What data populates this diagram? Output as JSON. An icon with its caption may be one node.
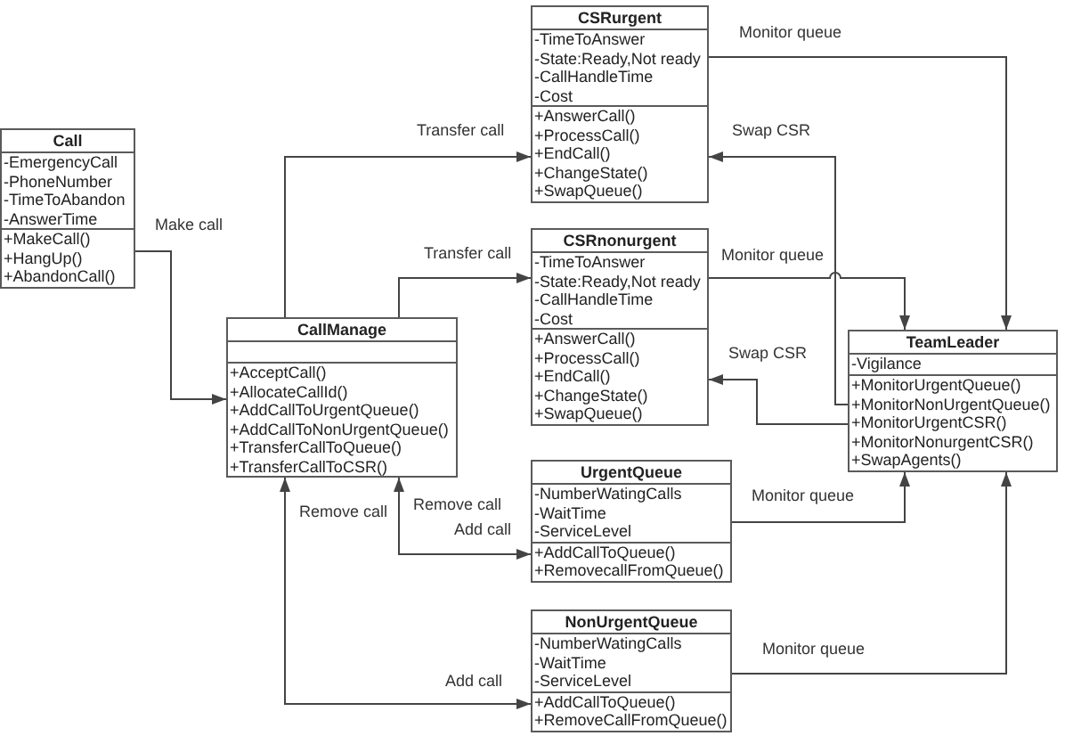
{
  "diagram": {
    "nodes": [
      {
        "text": [
          "Call",
          "-EmergencyCall",
          "-PhoneNumber",
          "-TimeToAbandon",
          "-AnswerTime",
          "+MakeCall()",
          "+HangUp()",
          "+AbandonCall()"
        ]
      },
      {
        "text": [
          "CallManage",
          "+AcceptCall()",
          "+AllocateCallId()",
          "+AddCallToUrgentQueue()",
          "+AddCallToNonUrgentQueue()",
          "+TransferCallToQueue()",
          "+TransferCallToCSR()"
        ]
      },
      {
        "text": [
          "CSRurgent",
          "-TimeToAnswer",
          "-State:Ready,Not ready",
          "-CallHandleTime",
          "-Cost",
          "+AnswerCall()",
          "+ProcessCall()",
          "+EndCall()",
          "+ChangeState()",
          "+SwapQueue()"
        ]
      },
      {
        "text": [
          "CSRnonurgent",
          "-TimeToAnswer",
          "-State:Ready,Not ready",
          "-CallHandleTime",
          "-Cost",
          "+AnswerCall()",
          "+ProcessCall()",
          "+EndCall()",
          "+ChangeState()",
          "+SwapQueue()"
        ]
      },
      {
        "text": [
          "TeamLeader",
          "-Vigilance",
          "+MonitorUrgentQueue()",
          "+MonitorNonUrgentQueue()",
          "+MonitorUrgentCSR()",
          "+MonitorNonurgentCSR()",
          "+SwapAgents()"
        ]
      },
      {
        "text": [
          "UrgentQueue",
          "-NumberWatingCalls",
          "-WaitTime",
          "-ServiceLevel",
          "+AddCallToQueue()",
          "+RemovecallFromQueue()"
        ]
      },
      {
        "text": [
          "NonUrgentQueue",
          "-NumberWatingCalls",
          "-WaitTime",
          "-ServiceLevel",
          "+AddCallToQueue()",
          "+RemoveCallFromQueue()"
        ]
      }
    ],
    "edges": [
      {
        "from": 0,
        "to": 1,
        "arrow": "to",
        "label": "Make call"
      },
      {
        "from": 1,
        "to": 2,
        "arrow": "to",
        "label": "Transfer call"
      },
      {
        "from": 1,
        "to": 3,
        "arrow": "to",
        "label": "Transfer call"
      },
      {
        "from": 1,
        "to": 5,
        "arrow": "both",
        "label": "Add call"
      },
      {
        "from": 1,
        "to": 6,
        "arrow": "both",
        "label": "Add call"
      },
      {
        "from": 2,
        "to": 4,
        "arrow": "to",
        "label": "Monitor queue"
      },
      {
        "from": 3,
        "to": 4,
        "arrow": "to",
        "label": "Monitor queue"
      },
      {
        "from": 4,
        "to": 2,
        "arrow": "to",
        "label": "Swap CSR"
      },
      {
        "from": 4,
        "to": 3,
        "arrow": "to",
        "label": "Swap CSR"
      },
      {
        "from": 5,
        "to": 4,
        "arrow": "to",
        "label": "Monitor queue"
      },
      {
        "from": 6,
        "to": 4,
        "arrow": "to",
        "label": "Monitor queue"
      }
    ],
    "labels": [
      "Remove call",
      "Remove call"
    ]
  }
}
